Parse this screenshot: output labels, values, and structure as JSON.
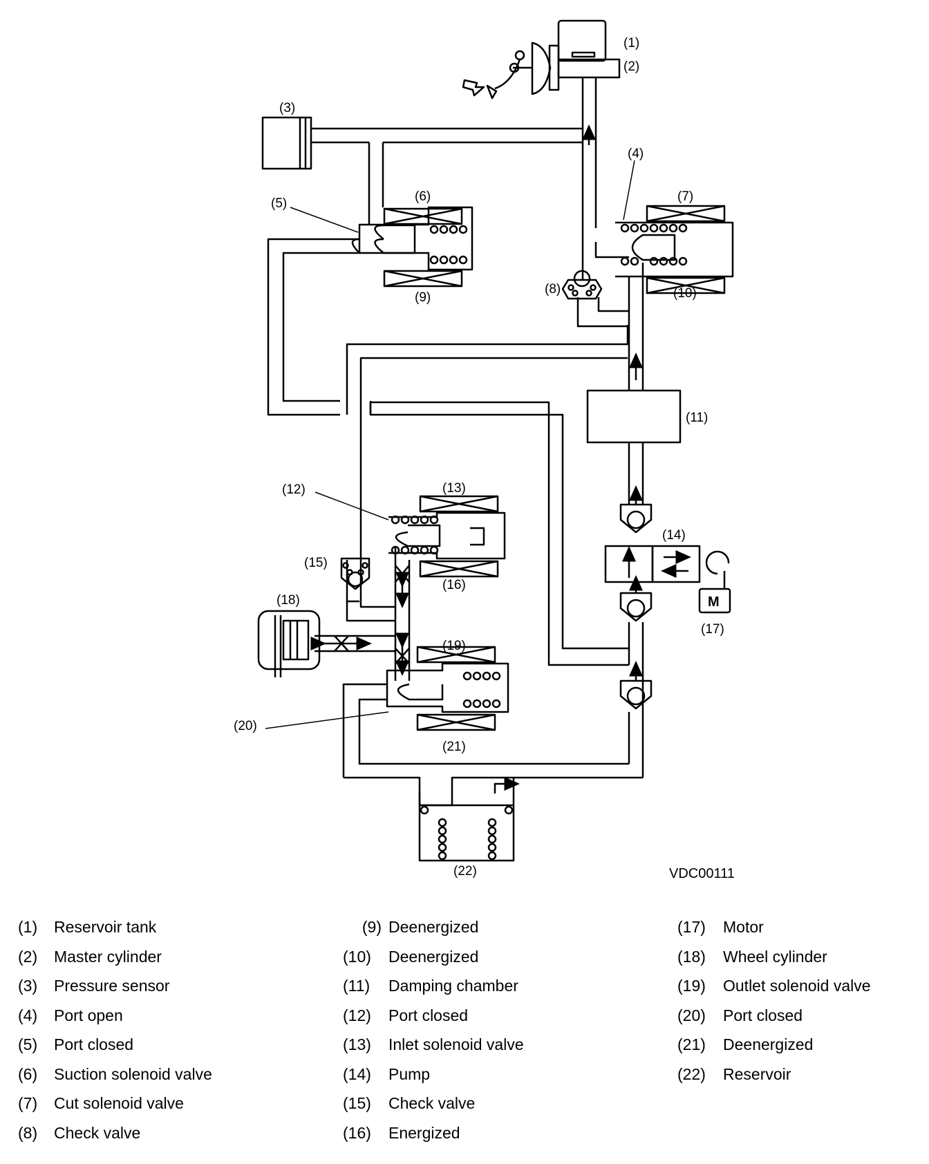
{
  "diagram": {
    "image_code": "VDC00111",
    "callouts": {
      "c1": "(1)",
      "c2": "(2)",
      "c3": "(3)",
      "c4": "(4)",
      "c5": "(5)",
      "c6": "(6)",
      "c7": "(7)",
      "c8": "(8)",
      "c9": "(9)",
      "c10": "(10)",
      "c11": "(11)",
      "c12": "(12)",
      "c13": "(13)",
      "c14": "(14)",
      "c15": "(15)",
      "c16": "(16)",
      "c17": "(17)",
      "c18": "(18)",
      "c19": "(19)",
      "c20": "(20)",
      "c21": "(21)",
      "c22": "(22)"
    },
    "motor_symbol": "M"
  },
  "legend": {
    "col1": [
      {
        "num": "(1)",
        "text": "Reservoir tank"
      },
      {
        "num": "(2)",
        "text": "Master cylinder"
      },
      {
        "num": "(3)",
        "text": "Pressure sensor"
      },
      {
        "num": "(4)",
        "text": "Port open"
      },
      {
        "num": "(5)",
        "text": "Port closed"
      },
      {
        "num": "(6)",
        "text": "Suction solenoid valve"
      },
      {
        "num": "(7)",
        "text": "Cut solenoid valve"
      },
      {
        "num": "(8)",
        "text": "Check valve"
      }
    ],
    "col2": [
      {
        "num": "(9)",
        "text": "Deenergized"
      },
      {
        "num": "(10)",
        "text": "Deenergized"
      },
      {
        "num": "(11)",
        "text": "Damping chamber"
      },
      {
        "num": "(12)",
        "text": "Port closed"
      },
      {
        "num": "(13)",
        "text": "Inlet solenoid valve"
      },
      {
        "num": "(14)",
        "text": "Pump"
      },
      {
        "num": "(15)",
        "text": "Check valve"
      },
      {
        "num": "(16)",
        "text": "Energized"
      }
    ],
    "col3": [
      {
        "num": "(17)",
        "text": "Motor"
      },
      {
        "num": "(18)",
        "text": "Wheel cylinder"
      },
      {
        "num": "(19)",
        "text": "Outlet solenoid valve"
      },
      {
        "num": "(20)",
        "text": "Port closed"
      },
      {
        "num": "(21)",
        "text": "Deenergized"
      },
      {
        "num": "(22)",
        "text": "Reservoir"
      }
    ]
  }
}
